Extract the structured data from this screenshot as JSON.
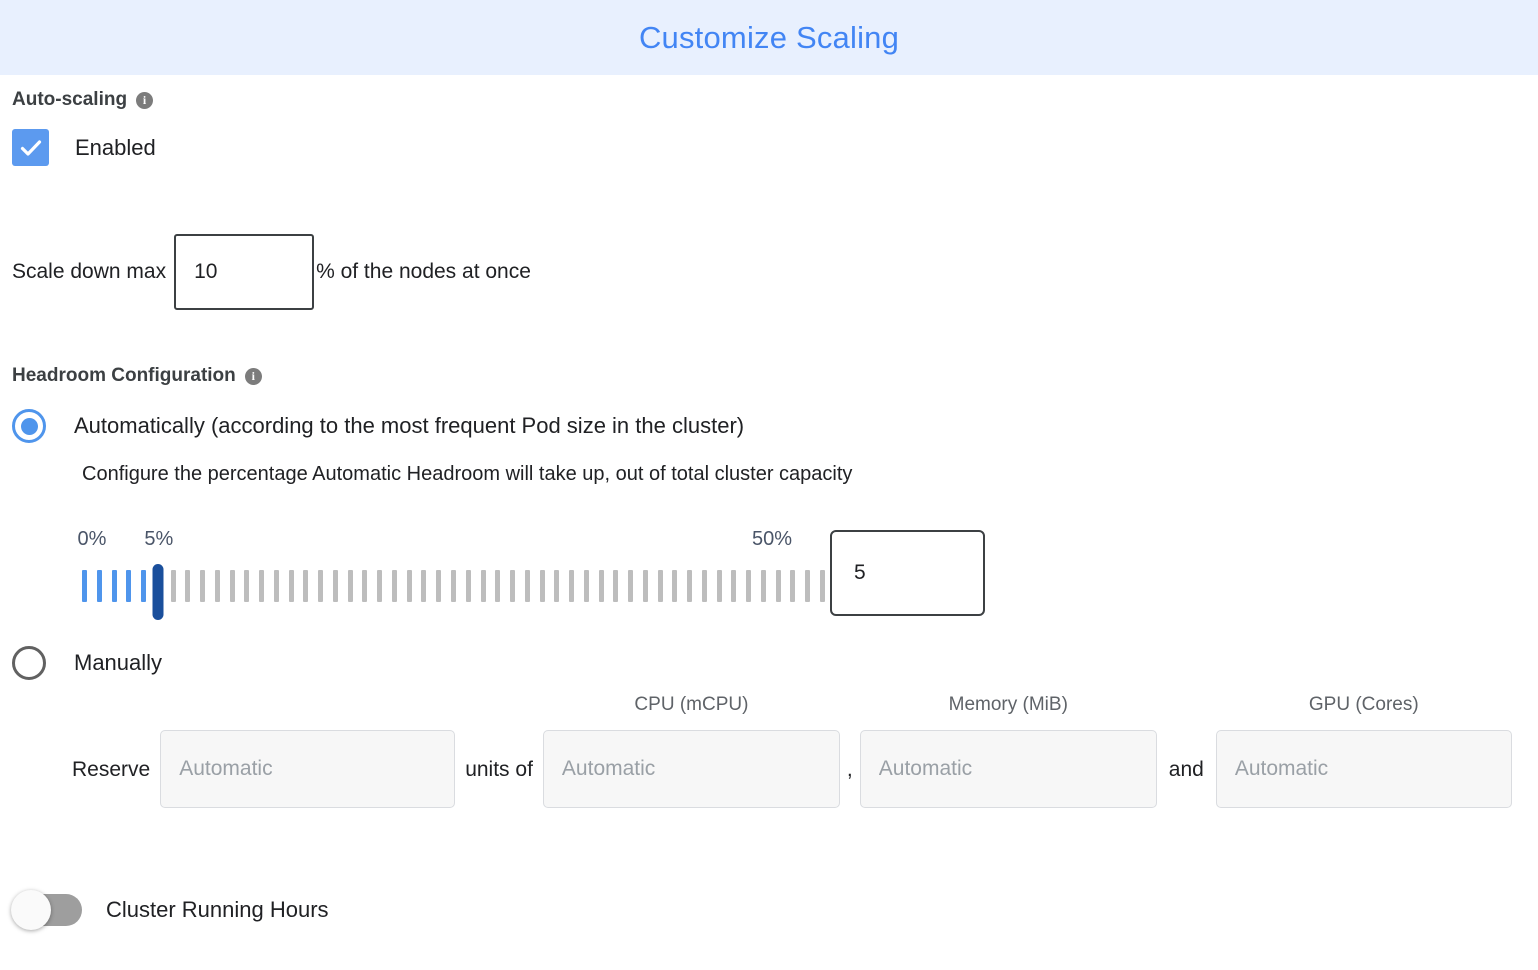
{
  "header": {
    "title": "Customize Scaling",
    "accent_color": "#4285f4",
    "background_color": "#e8f0fe"
  },
  "autoscaling": {
    "section_label": "Auto-scaling",
    "info_icon": "info-icon",
    "info_glyph": "i",
    "enabled_label": "Enabled",
    "enabled_checked": true,
    "checkbox_color": "#5c9aef"
  },
  "scale_down": {
    "prefix_label": "Scale down max",
    "value": "10",
    "suffix_label": "% of the nodes at once"
  },
  "headroom": {
    "section_label": "Headroom Configuration",
    "info_glyph": "i",
    "automatic": {
      "label": "Automatically (according to the most frequent Pod size in the cluster)",
      "selected": true,
      "description": "Configure the percentage Automatic Headroom will take up, out of total cluster capacity"
    },
    "manual": {
      "label": "Manually",
      "selected": false
    },
    "slider": {
      "min_label": "0%",
      "current_label": "5%",
      "max_label": "50%",
      "min": 0,
      "max": 50,
      "value": 5,
      "tick_count": 51,
      "value_input": "5",
      "filled_color": "#4f95ec",
      "empty_color": "#bdbdbd",
      "thumb_color": "#1a4f9c",
      "label_color": "#4a5568"
    },
    "reserve": {
      "prefix": "Reserve",
      "units_placeholder": "Automatic",
      "units_of": "units of",
      "cpu_caption": "CPU (mCPU)",
      "cpu_placeholder": "Automatic",
      "comma": ",",
      "memory_caption": "Memory (MiB)",
      "memory_placeholder": "Automatic",
      "and": "and",
      "gpu_caption": "GPU (Cores)",
      "gpu_placeholder": "Automatic"
    }
  },
  "cluster_running_hours": {
    "label": "Cluster Running Hours",
    "enabled": false
  }
}
